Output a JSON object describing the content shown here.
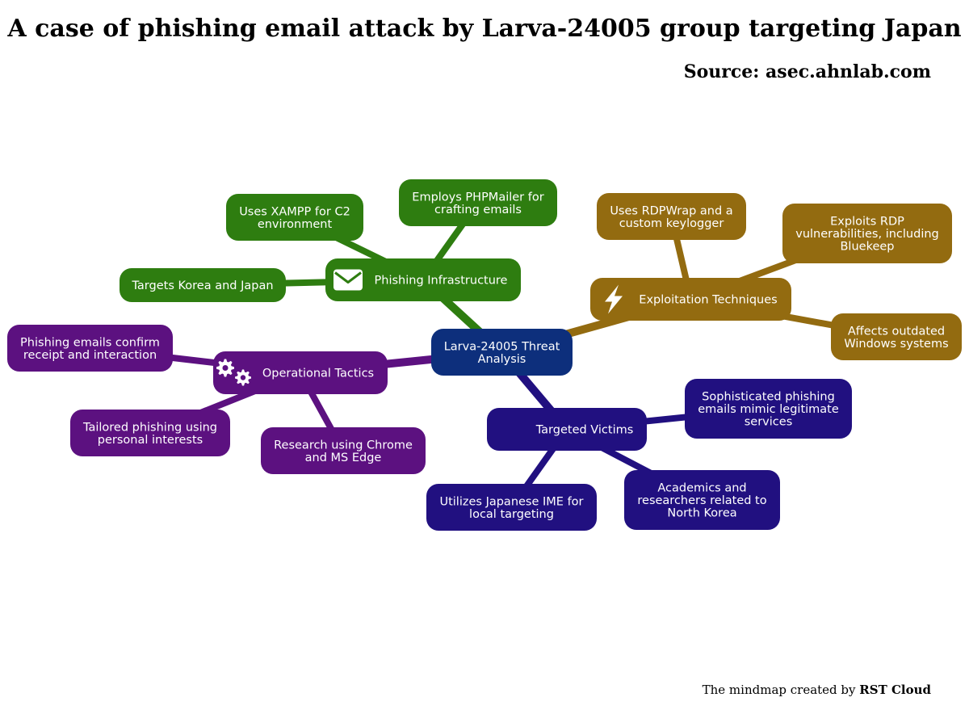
{
  "title": "A case of phishing email attack by Larva-24005 group targeting Japan",
  "source": "Source: asec.ahnlab.com",
  "footer": {
    "prefix": "The mindmap created by ",
    "brand": "RST Cloud"
  },
  "colors": {
    "center": "#0d2f7c",
    "phishing": "#2e7d10",
    "exploitation": "#936b10",
    "operational": "#5c1180",
    "victims": "#211080"
  },
  "center": {
    "id": "center",
    "lines": [
      "Larva-24005 Threat",
      "Analysis"
    ]
  },
  "branches": [
    {
      "id": "phishing-infrastructure",
      "color_key": "phishing",
      "icon": "envelope-icon",
      "label": "Phishing Infrastructure",
      "children": [
        {
          "id": "xampp",
          "lines": [
            "Uses XAMPP for C2",
            "environment"
          ]
        },
        {
          "id": "phpmailer",
          "lines": [
            "Employs PHPMailer for",
            "crafting emails"
          ]
        },
        {
          "id": "korea-japan",
          "lines": [
            "Targets Korea and Japan"
          ]
        }
      ]
    },
    {
      "id": "exploitation-techniques",
      "color_key": "exploitation",
      "icon": "lightning-icon",
      "label": "Exploitation Techniques",
      "children": [
        {
          "id": "rdpwrap",
          "lines": [
            "Uses RDPWrap and a",
            "custom keylogger"
          ]
        },
        {
          "id": "bluekeep",
          "lines": [
            "Exploits RDP",
            "vulnerabilities, including",
            "Bluekeep"
          ]
        },
        {
          "id": "outdated-windows",
          "lines": [
            "Affects outdated",
            "Windows systems"
          ]
        }
      ]
    },
    {
      "id": "operational-tactics",
      "color_key": "operational",
      "icon": "gears-icon",
      "label": "Operational Tactics",
      "children": [
        {
          "id": "confirm-receipt",
          "lines": [
            "Phishing emails confirm",
            "receipt and interaction"
          ]
        },
        {
          "id": "tailored-phishing",
          "lines": [
            "Tailored phishing using",
            "personal interests"
          ]
        },
        {
          "id": "chrome-edge",
          "lines": [
            "Research using Chrome",
            "and MS Edge"
          ]
        }
      ]
    },
    {
      "id": "targeted-victims",
      "color_key": "victims",
      "icon": "",
      "label": "Targeted Victims",
      "children": [
        {
          "id": "mimic-services",
          "lines": [
            "Sophisticated phishing",
            "emails mimic legitimate",
            "services"
          ]
        },
        {
          "id": "academics",
          "lines": [
            "Academics and",
            "researchers related to",
            "North Korea"
          ]
        },
        {
          "id": "japanese-ime",
          "lines": [
            "Utilizes Japanese IME for",
            "local targeting"
          ]
        }
      ]
    }
  ]
}
